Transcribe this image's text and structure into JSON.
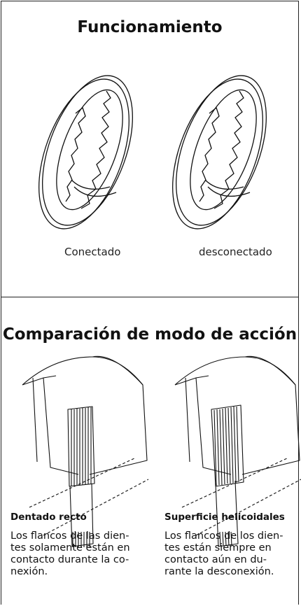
{
  "section_top": {
    "title": "Funcionamiento",
    "caption_left": "Conectado",
    "caption_right": "desconectado"
  },
  "section_bottom": {
    "title": "Comparación de modo de acción",
    "left": {
      "heading": "Dentado recto",
      "lines": [
        "Los flancos de las dien-",
        "tes solamente están en",
        "contacto durante la co-",
        "nexión."
      ]
    },
    "right": {
      "heading": "Superficie helicoidales",
      "lines": [
        "Los flancos de los dien-",
        "tes están siempre en",
        "contacto aún en du-",
        "rante la desconexión."
      ]
    }
  }
}
